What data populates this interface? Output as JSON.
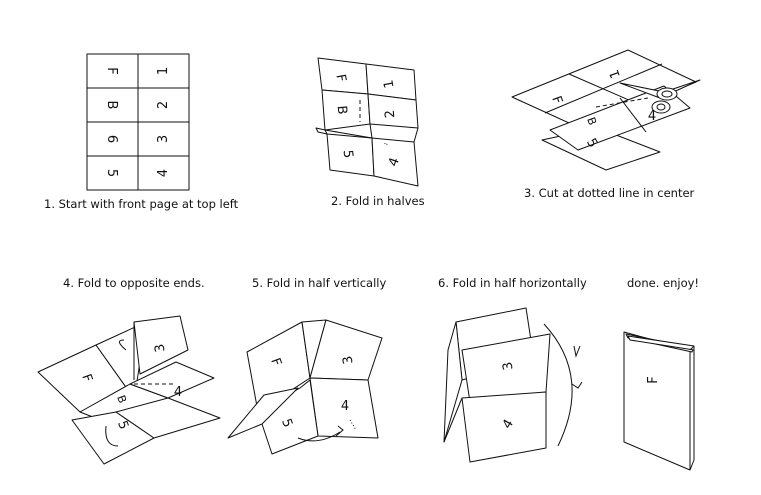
{
  "steps": [
    {
      "caption": "1. Start with front page at top left",
      "pages": [
        "F",
        "1",
        "B",
        "2",
        "6",
        "3",
        "5",
        "4"
      ]
    },
    {
      "caption": "2. Fold in halves",
      "pages": [
        "F",
        "1",
        "B",
        "2",
        "5",
        "4"
      ]
    },
    {
      "caption": "3. Cut at dotted line in center",
      "pages": [
        "F",
        "1",
        "B",
        "4",
        "5"
      ]
    },
    {
      "caption": "4. Fold to opposite ends.",
      "pages": [
        "F",
        "3",
        "B",
        "4",
        "5"
      ]
    },
    {
      "caption": "5. Fold in half vertically",
      "pages": [
        "F",
        "3",
        "4",
        "5"
      ]
    },
    {
      "caption": "6. Fold in half horizontally",
      "pages": [
        "3",
        "4"
      ]
    },
    {
      "caption": "done. enjoy!",
      "pages": [
        "F"
      ]
    }
  ]
}
